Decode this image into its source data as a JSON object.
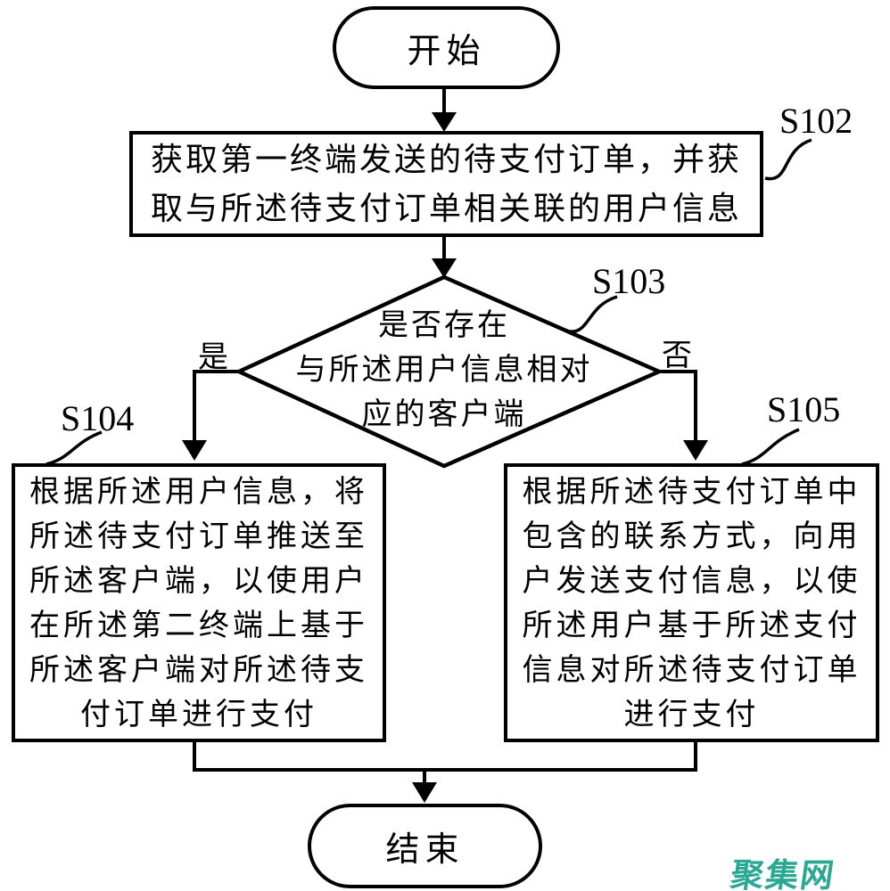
{
  "diagram": {
    "type": "flowchart",
    "background": "#ffffff",
    "line_color": "#000000"
  },
  "nodes": {
    "start": {
      "label": "开始"
    },
    "acquire_order": {
      "step_id": "S102",
      "lines": [
        "获取第一终端发送的待支付订单，并获",
        "取与所述待支付订单相关联的用户信息"
      ]
    },
    "client_exists_decision": {
      "step_id": "S103",
      "lines": [
        "是否存在",
        "与所述用户信息相对",
        "应的客户端"
      ]
    },
    "push_to_client": {
      "step_id": "S104",
      "lines": [
        "根据所述用户信息，将",
        "所述待支付订单推送至",
        "所述客户端，以使用户",
        "在所述第二终端上基于",
        "所述客户端对所述待支",
        "付订单进行支付"
      ]
    },
    "send_payment_info": {
      "step_id": "S105",
      "lines": [
        "根据所述待支付订单中",
        "包含的联系方式，向用",
        "户发送支付信息，以使",
        "所述用户基于所述支付",
        "信息对所述待支付订单",
        "进行支付"
      ]
    },
    "end": {
      "label": "结束"
    }
  },
  "branches": {
    "yes": "是",
    "no": "否"
  },
  "watermark": {
    "text": "聚集网",
    "color": "#2ba894"
  }
}
